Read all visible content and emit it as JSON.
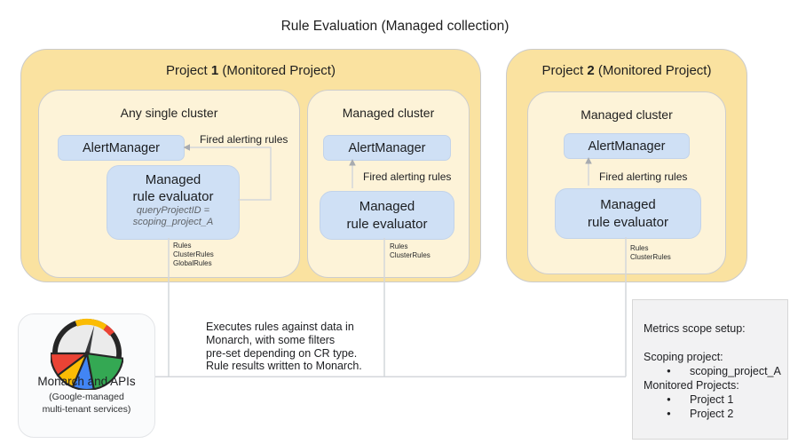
{
  "title": "Rule Evaluation (Managed collection)",
  "colors": {
    "project_fill": "#fae2a0",
    "cluster_fill": "#fdf3d8",
    "component_fill": "#cfe0f5",
    "line": "#d4d7db",
    "arrow": "#a8abb0",
    "logo_red": "#ea4335",
    "logo_yellow": "#fbbc04",
    "logo_blue": "#4285f4",
    "logo_green": "#34a853"
  },
  "projects": [
    {
      "label_prefix": "Project ",
      "number": "1",
      "label_suffix": " (Monitored Project)"
    },
    {
      "label_prefix": "Project ",
      "number": "2",
      "label_suffix": " (Monitored Project)"
    }
  ],
  "clusters": {
    "any_single": {
      "title": "Any single cluster",
      "alertmanager": "AlertManager",
      "fired_label": "Fired alerting rules",
      "evaluator": {
        "line1": "Managed",
        "line2": "rule evaluator",
        "param_line1": "queryProjectID =",
        "param_line2": "scoping_project_A"
      },
      "rule_types": [
        "Rules",
        "ClusterRules",
        "GlobalRules"
      ]
    },
    "managed_p1": {
      "title": "Managed cluster",
      "alertmanager": "AlertManager",
      "fired_label": "Fired alerting rules",
      "evaluator": {
        "line1": "Managed",
        "line2": "rule evaluator"
      },
      "rule_types": [
        "Rules",
        "ClusterRules"
      ]
    },
    "managed_p2": {
      "title": "Managed cluster",
      "alertmanager": "AlertManager",
      "fired_label": "Fired alerting rules",
      "evaluator": {
        "line1": "Managed",
        "line2": "rule evaluator"
      },
      "rule_types": [
        "Rules",
        "ClusterRules"
      ]
    }
  },
  "monarch": {
    "title": "Monarch and APIs",
    "subtitle_line1": "(Google-managed",
    "subtitle_line2": "multi-tenant services)"
  },
  "note": {
    "line1": "Executes rules against data in",
    "line2": "Monarch, with some filters",
    "line3": "pre-set depending on CR type.",
    "line4": "Rule results written to Monarch."
  },
  "metrics_scope": {
    "title": "Metrics scope setup:",
    "scoping_label": "Scoping project:",
    "scoping_item": "scoping_project_A",
    "monitored_label": "Monitored Projects:",
    "monitored_item1": "Project 1",
    "monitored_item2": "Project 2"
  }
}
